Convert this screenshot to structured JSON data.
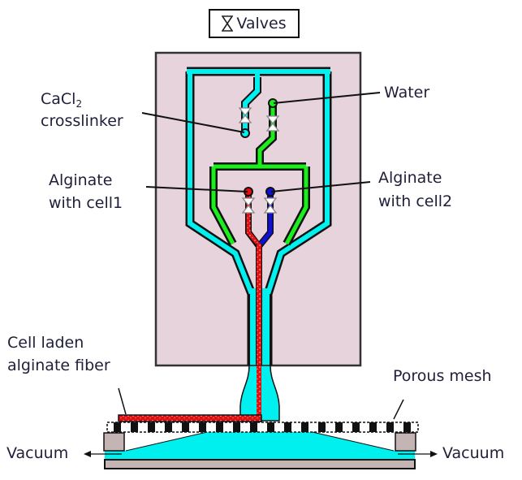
{
  "legend": {
    "icon": "valve-icon",
    "label": "Valves"
  },
  "labels": {
    "cacl2_main": "CaCl",
    "cacl2_sub": "2",
    "cacl2_line2": "crosslinker",
    "water": "Water",
    "alginate1_line1": "Alginate",
    "alginate1_line2": "with cell1",
    "alginate2_line1": "Alginate",
    "alginate2_line2": "with cell2",
    "fiber_line1": "Cell laden",
    "fiber_line2": "alginate fiber",
    "mesh": "Porous mesh",
    "vacuum_left": "Vacuum",
    "vacuum_right": "Vacuum"
  },
  "colors": {
    "chip": "#e6d3db",
    "crosslinker_channel": "#00f0f0",
    "water_channel": "#1bef1b",
    "cell1_channel": "#e80c0c",
    "cell2_channel": "#1010d8",
    "support": "#c4b4b4",
    "outline": "#111111"
  }
}
